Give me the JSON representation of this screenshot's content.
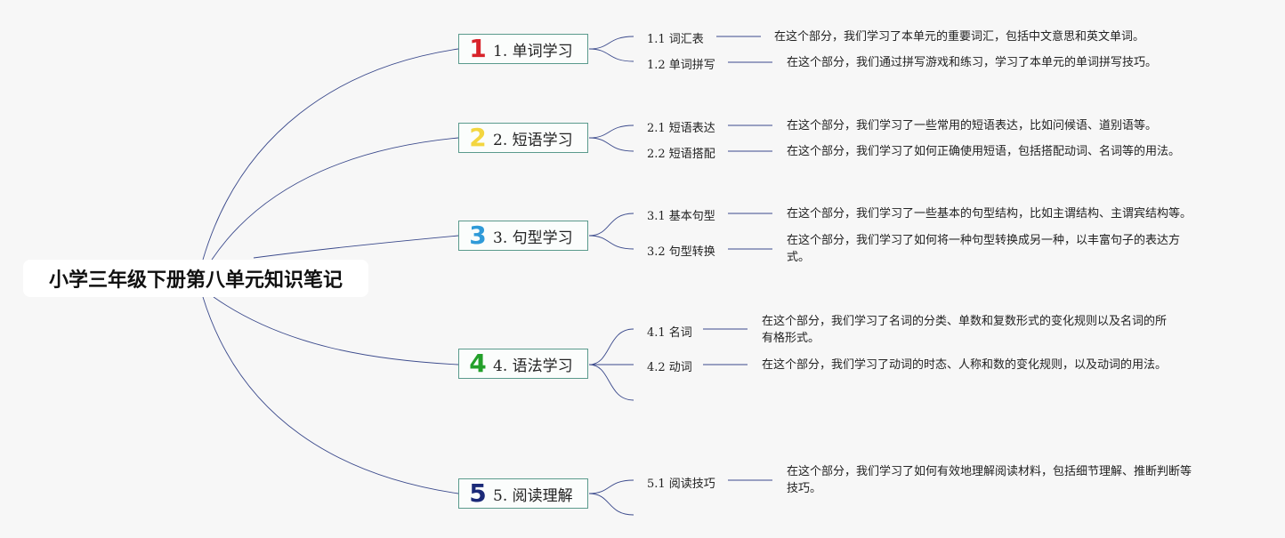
{
  "root": {
    "title": "小学三年级下册第八单元知识笔记"
  },
  "topics": [
    {
      "number": "1",
      "color": "#d8232a",
      "label": "1. 单词学习",
      "subs": [
        {
          "label": "1.1 词汇表",
          "desc": "在这个部分，我们学习了本单元的重要词汇，包括中文意思和英文单词。"
        },
        {
          "label": "1.2 单词拼写",
          "desc": "在这个部分，我们通过拼写游戏和练习，学习了本单元的单词拼写技巧。"
        }
      ]
    },
    {
      "number": "2",
      "color": "#f3d640",
      "label": "2. 短语学习",
      "subs": [
        {
          "label": "2.1 短语表达",
          "desc": "在这个部分，我们学习了一些常用的短语表达，比如问候语、道别语等。"
        },
        {
          "label": "2.2 短语搭配",
          "desc": "在这个部分，我们学习了如何正确使用短语，包括搭配动词、名词等的用法。"
        }
      ]
    },
    {
      "number": "3",
      "color": "#2f9ad8",
      "label": "3. 句型学习",
      "subs": [
        {
          "label": "3.1 基本句型",
          "desc": "在这个部分，我们学习了一些基本的句型结构，比如主谓结构、主谓宾结构等。"
        },
        {
          "label": "3.2 句型转换",
          "desc_lines": [
            "在这个部分，我们学习了如何将一种句型转换成另一种，以丰富句子的表达方",
            "式。"
          ]
        }
      ]
    },
    {
      "number": "4",
      "color": "#23a02a",
      "label": "4. 语法学习",
      "subs": [
        {
          "label": "4.1 名词",
          "desc_lines": [
            "在这个部分，我们学习了名词的分类、单数和复数形式的变化规则以及名词的所",
            "有格形式。"
          ]
        },
        {
          "label": "4.2 动词",
          "desc": "在这个部分，我们学习了动词的时态、人称和数的变化规则，以及动词的用法。"
        }
      ]
    },
    {
      "number": "5",
      "color": "#1b2a78",
      "label": "5. 阅读理解",
      "subs": [
        {
          "label": "5.1 阅读技巧",
          "desc_lines": [
            "在这个部分，我们学习了如何有效地理解阅读材料，包括细节理解、推断判断等",
            "技巧。"
          ]
        }
      ]
    }
  ],
  "colors": {
    "line": "#3b4a8c",
    "topic_border": "#5a9a8c"
  }
}
